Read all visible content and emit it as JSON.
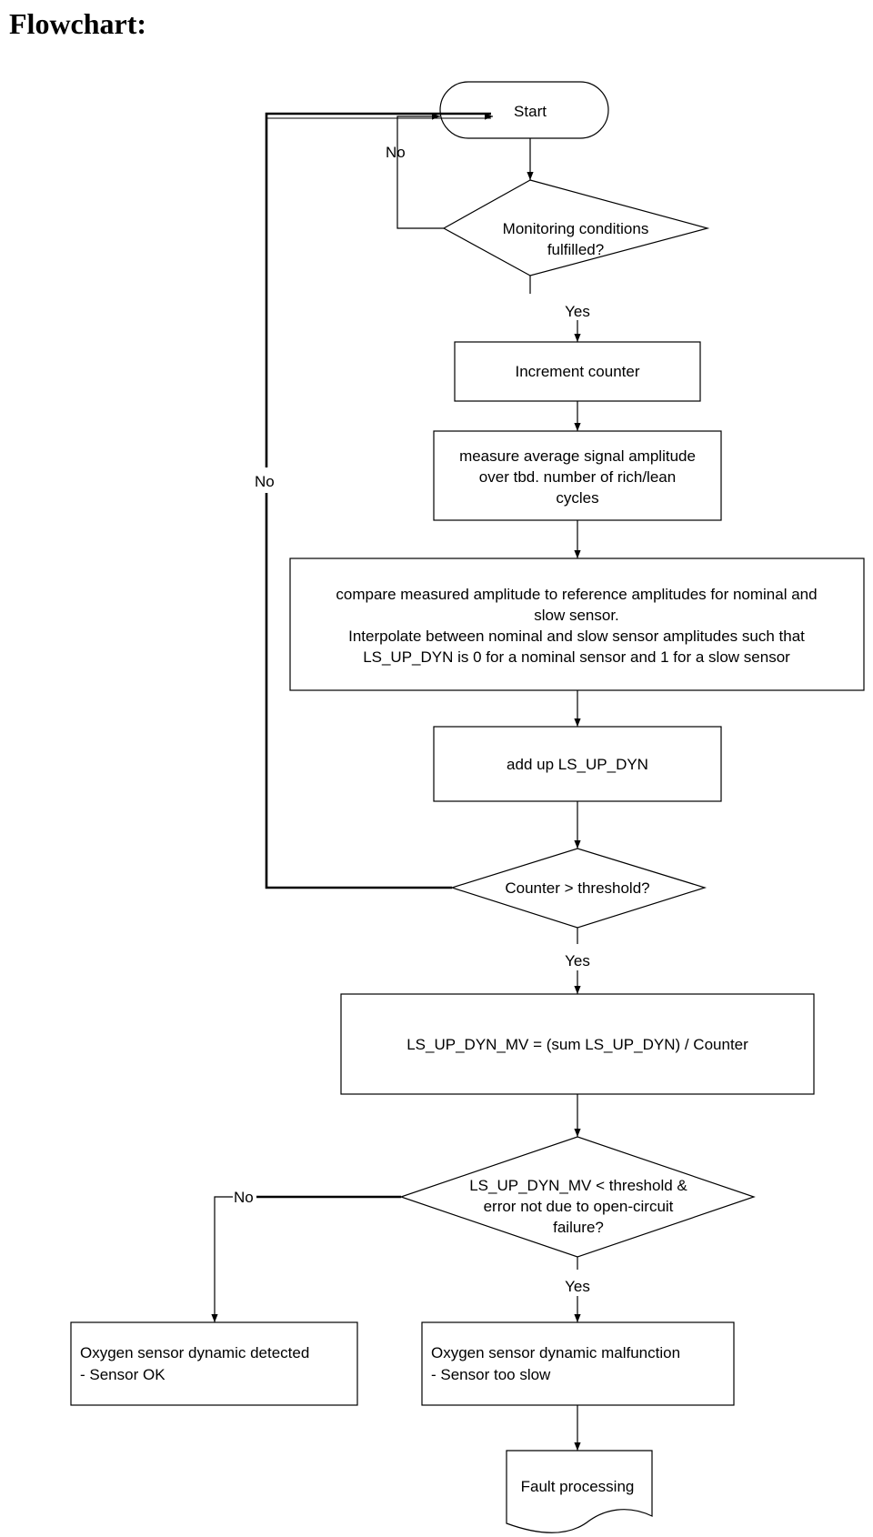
{
  "title": "Flowchart:",
  "nodes": {
    "start": "Start",
    "monitoring": [
      "Monitoring  conditions",
      "fulfilled?"
    ],
    "increment": "Increment counter",
    "measure": [
      "measure average signal amplitude",
      "over tbd. number of rich/lean",
      "cycles"
    ],
    "compare": [
      "compare measured amplitude to reference amplitudes for nominal and",
      "slow sensor.",
      "Interpolate between nominal and slow sensor amplitudes such that",
      "LS_UP_DYN is 0 for a nominal sensor and 1 for a slow sensor"
    ],
    "addup": "add up LS_UP_DYN",
    "counter": "Counter > threshold?",
    "mean": "LS_UP_DYN_MV = (sum LS_UP_DYN) / Counter",
    "check": [
      "LS_UP_DYN_MV < threshold &",
      "error not due to open-circuit",
      "failure?"
    ],
    "detected": [
      "Oxygen sensor dynamic detected",
      "- Sensor OK"
    ],
    "malfunction": [
      "Oxygen sensor dynamic malfunction",
      "- Sensor too slow"
    ],
    "fault": "Fault processing"
  },
  "labels": {
    "no_monitoring": "No",
    "yes_monitoring": "Yes",
    "no_counter": "No",
    "yes_counter": "Yes",
    "no_check": "No",
    "yes_check": "Yes"
  }
}
